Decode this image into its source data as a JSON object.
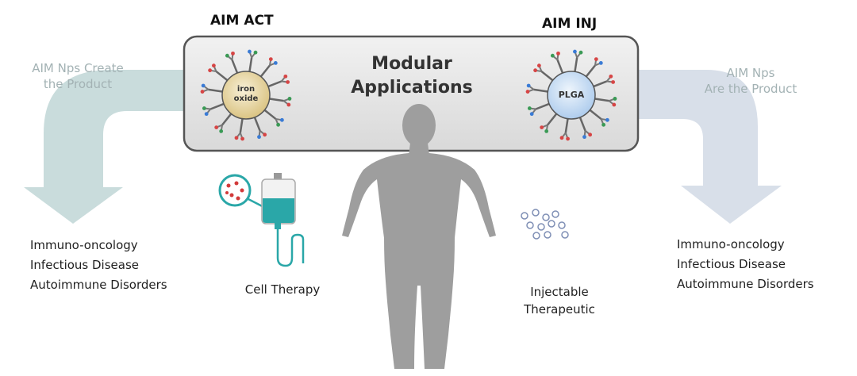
{
  "top_labels": {
    "left": "AIM ACT",
    "right": "AIM INJ"
  },
  "center_box": {
    "line1": "Modular",
    "line2": "Applications"
  },
  "left_arrow": {
    "line1": "AIM Nps Create",
    "line2": "the Product"
  },
  "right_arrow": {
    "line1": "AIM Nps",
    "line2": "Are the Product"
  },
  "particles": {
    "left_core": {
      "line1": "iron",
      "line2": "oxide"
    },
    "right_core": "PLGA"
  },
  "left_list": [
    "Immuno-oncology",
    "Infectious Disease",
    "Autoimmune Disorders"
  ],
  "right_list": [
    "Immuno-oncology",
    "Infectious Disease",
    "Autoimmune Disorders"
  ],
  "cell_therapy": "Cell Therapy",
  "injectable": {
    "line1": "Injectable",
    "line2": "Therapeutic"
  },
  "colors": {
    "left_arrow": "#c9dcdc",
    "right_arrow": "#d8dfe9",
    "box_fill": "#e6e6e6",
    "silhouette": "#9e9e9e",
    "iron_oxide_core": "#e8d6a4",
    "plga_core": "#cfe2f5",
    "iv_fluid": "#2aa7a8"
  },
  "icons": [
    "nanoparticle-iron-oxide-icon",
    "nanoparticle-plga-icon",
    "iv-bag-icon",
    "human-silhouette-icon",
    "injectable-particles-icon"
  ]
}
